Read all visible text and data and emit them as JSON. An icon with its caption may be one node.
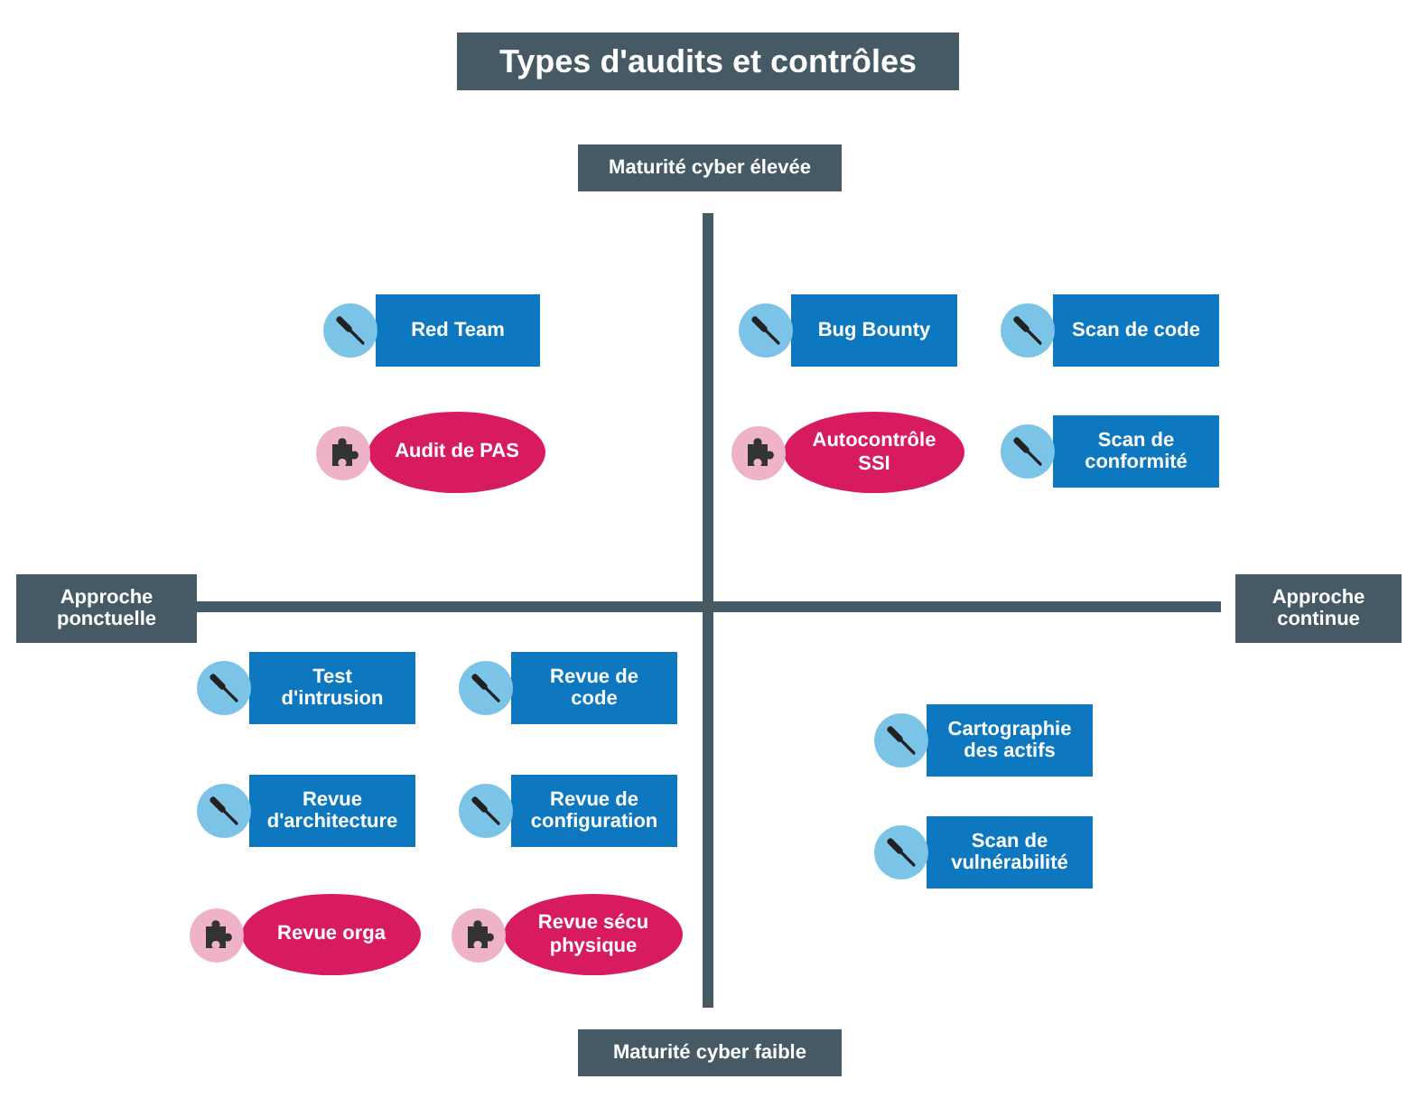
{
  "diagram": {
    "title": "Types d'audits et contrôles",
    "nodes": [
      {
        "text": [
          "Maturité cyber élevée"
        ]
      },
      {
        "text": [
          "Approche ponctuelle"
        ]
      },
      {
        "text": [
          "Approche continue"
        ]
      },
      {
        "text": [
          "Maturité cyber faible"
        ]
      },
      {
        "text": [
          "Red Team"
        ]
      },
      {
        "text": [
          "Audit de PAS"
        ]
      },
      {
        "text": [
          "Bug Bounty"
        ]
      },
      {
        "text": [
          "Scan de code"
        ]
      },
      {
        "text": [
          "Autocontrôle SSI"
        ]
      },
      {
        "text": [
          "Scan de conformité"
        ]
      },
      {
        "text": [
          "Test d'intrusion"
        ]
      },
      {
        "text": [
          "Revue de code"
        ]
      },
      {
        "text": [
          "Revue d'architecture"
        ]
      },
      {
        "text": [
          "Revue de configuration"
        ]
      },
      {
        "text": [
          "Revue orga"
        ]
      },
      {
        "text": [
          "Revue sécu physique"
        ]
      },
      {
        "text": [
          "Cartographie des actifs"
        ]
      },
      {
        "text": [
          "Scan de vulnérabilité"
        ]
      }
    ]
  }
}
